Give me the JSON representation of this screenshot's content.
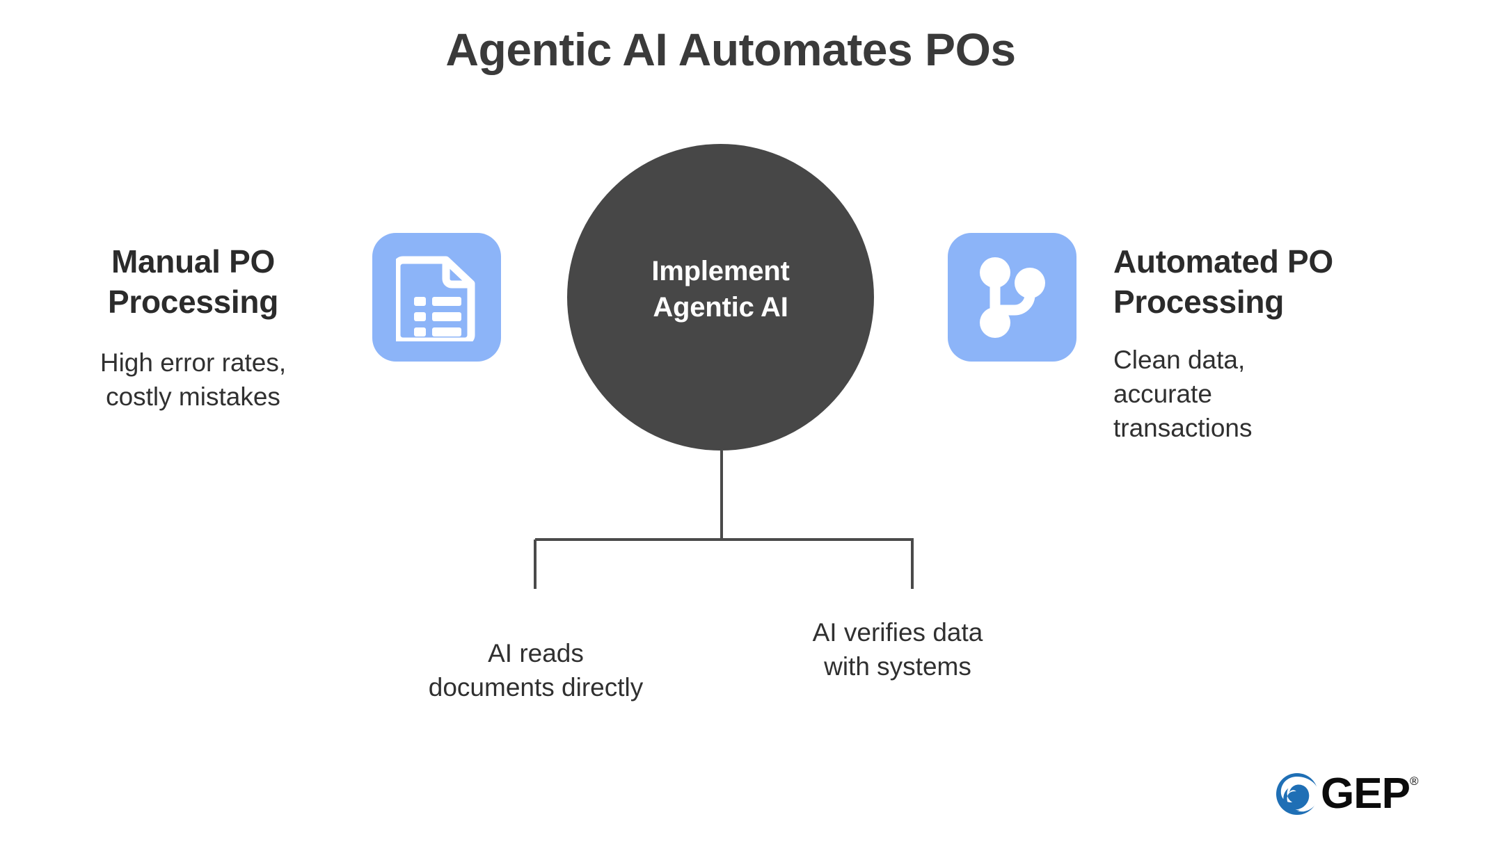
{
  "page": {
    "title": "Agentic AI Automates POs",
    "background_color": "#ffffff"
  },
  "colors": {
    "title_text": "#3a3a3a",
    "body_text": "#303030",
    "heading_text": "#2b2b2b",
    "icon_tile_blue": "#8CB4F8",
    "icon_glyph": "#ffffff",
    "center_circle": "#474747",
    "center_text": "#ffffff",
    "connector_line": "#4a4a4a",
    "logo_blue": "#1f6fb5",
    "logo_black": "#0b0b0b"
  },
  "left": {
    "heading": "Manual PO\nProcessing",
    "description": "High error rates,\ncostly mistakes",
    "icon": "document-list-icon"
  },
  "right": {
    "heading": "Automated PO\nProcessing",
    "description": "Clean data,\naccurate\ntransactions",
    "icon": "git-branch-icon"
  },
  "center": {
    "label": "Implement\nAgentic AI"
  },
  "outcomes": [
    {
      "label": "AI reads\ndocuments directly"
    },
    {
      "label": "AI verifies data\nwith systems"
    }
  ],
  "logo": {
    "text": "GEP",
    "trademark": "®",
    "mark": "swirl-icon"
  }
}
